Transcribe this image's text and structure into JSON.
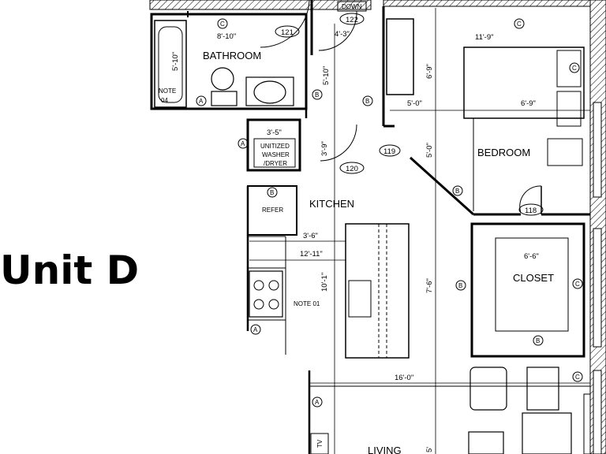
{
  "title": "Unit D",
  "rooms": {
    "bathroom": "BATHROOM",
    "bedroom": "BEDROOM",
    "kitchen": "KITCHEN",
    "closet": "CLOSET",
    "living": "LIVING",
    "refer": "REFER",
    "washer": [
      "UNITIZED",
      "WASHER",
      "/DRYER"
    ],
    "note04": [
      "NOTE",
      "04"
    ],
    "note01": "NOTE 01",
    "tv": "TV"
  },
  "doors": {
    "d121": "121",
    "d122": "122",
    "d119": "119",
    "d120": "120",
    "d118": "118",
    "down": "DOWN"
  },
  "dimensions": {
    "bath_w": "8'-10\"",
    "bath_h": "5'-10\"",
    "hall_w": "4'-3\"",
    "hall_h": "5'-10\"",
    "bed_w": "11'-9\"",
    "bed_h": "6'-9\"",
    "hall2_w": "5'-0\"",
    "bed_w2": "6'-9\"",
    "washer_w": "3'-5\"",
    "washer_h": "3'-9\"",
    "hall2_h": "5'-0\"",
    "kitchen_a": "3'-6\"",
    "kitchen_b": "12'-11\"",
    "kitchen_h": "10'-1\"",
    "closet_w": "6'-6\"",
    "living_h": "7'-6\"",
    "living_w": "16'-0\"",
    "living_h2": "5'"
  },
  "tags": {
    "A": "A",
    "B": "B",
    "C": "C"
  }
}
